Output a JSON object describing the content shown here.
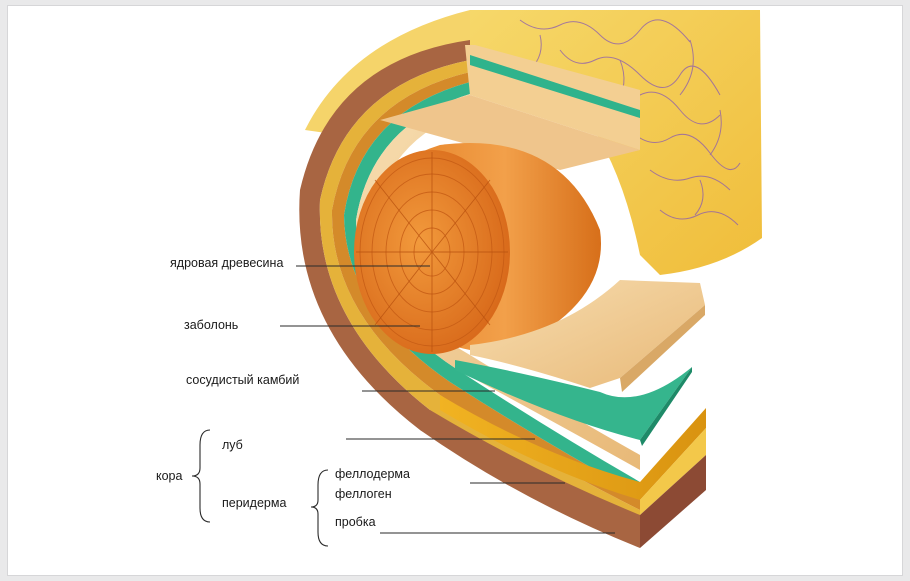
{
  "labels": {
    "heartwood": "ядровая древесина",
    "sapwood": "заболонь",
    "cambium": "сосудистый камбий",
    "phloem": "луб",
    "bark": "кора",
    "periderm": "перидерма",
    "phelloderm": "феллодерма",
    "phellogen": "феллоген",
    "cork": "пробка"
  },
  "colors": {
    "heartwood": "#e8801e",
    "sapwood": "#f4d39a",
    "cambium": "#2fb38c",
    "phloem": "#e9a817",
    "periderm": "#a05a38",
    "outer_bark": "#f3c84a",
    "vein": "#7a4fa0"
  }
}
